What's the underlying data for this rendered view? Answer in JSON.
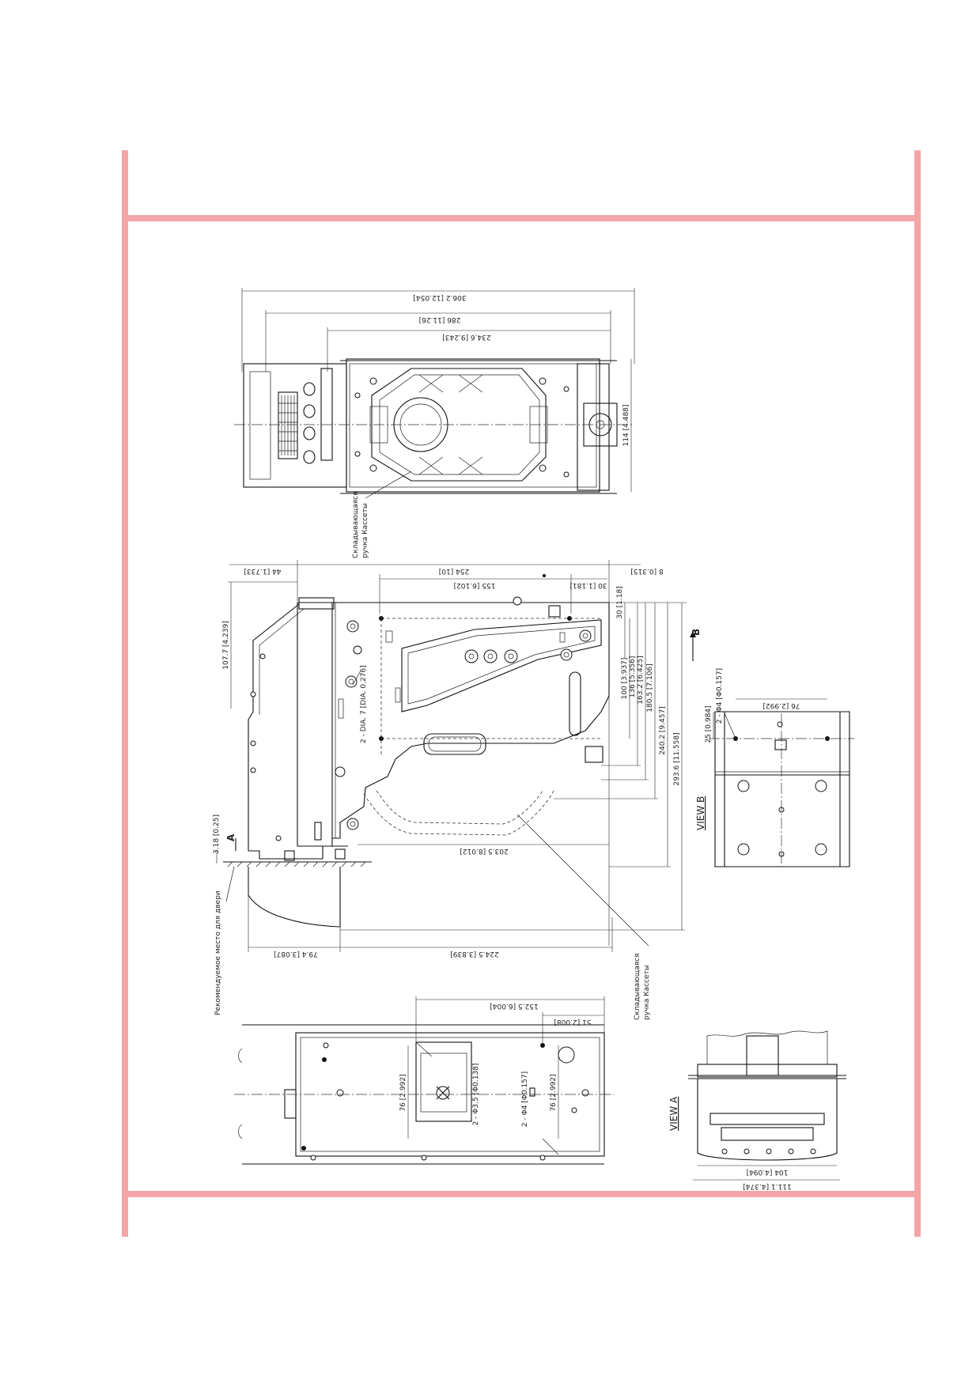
{
  "frame": {
    "color": "#f4a5a7"
  },
  "top_view": {
    "dims": {
      "d306": "306.2 [12.054]",
      "d286": "286 [11.26]",
      "d234": "234.6 [9.243]",
      "d114": "114 [4.488]"
    },
    "handle_label": [
      "Складывающаяся",
      "ручка Кассеты"
    ]
  },
  "side_view": {
    "dims": {
      "d44": "44 [1.733]",
      "d254": "254 [10]",
      "d8": "8 [0.315]",
      "d155": "155 [6.102]",
      "d30a": "30 [1.181]",
      "d107": "107.7 [4.239]",
      "d30b": "30 [1.18]",
      "d100": "100 [3.937]",
      "d136": "136 [5.356]",
      "d163": "163.2 [6.425]",
      "d180": "180.5 [7.106]",
      "d240": "240.2 [9.457]",
      "d293": "293.6 [11.558]",
      "dia7": "2 - DIA. 7 [DIA. 0.276]",
      "d318": "3.18 [0.25]",
      "d203": "203.5 [8.012]",
      "d79": "79.4 [3.087]",
      "d224": "224.5 [3.839]"
    },
    "marker_a": "A",
    "marker_b": "B",
    "door_label": "Рекомендуемое место для двери",
    "handle_label": [
      "Складывающаяся",
      "ручка Кассеты"
    ]
  },
  "view_b": {
    "title": "VIEW B",
    "dims": {
      "d25": "25 [0.984]",
      "dphi4": "2 - Φ4 [Φ0.157]",
      "d76": "76 [2.992]"
    }
  },
  "bottom_view": {
    "dims": {
      "d152": "152.5 [6.004]",
      "d51": "51 [2.008]",
      "d76a": "76 [2.992]",
      "dphi35": "2 - Φ3.5 [Φ0.138]",
      "dphi4": "2 - Φ4 [Φ0.157]",
      "d76b": "76 [2.992]"
    }
  },
  "view_a": {
    "title": "VIEW A",
    "dims": {
      "d104": "104 [4.094]",
      "d111": "111.1 [4.374]"
    }
  }
}
